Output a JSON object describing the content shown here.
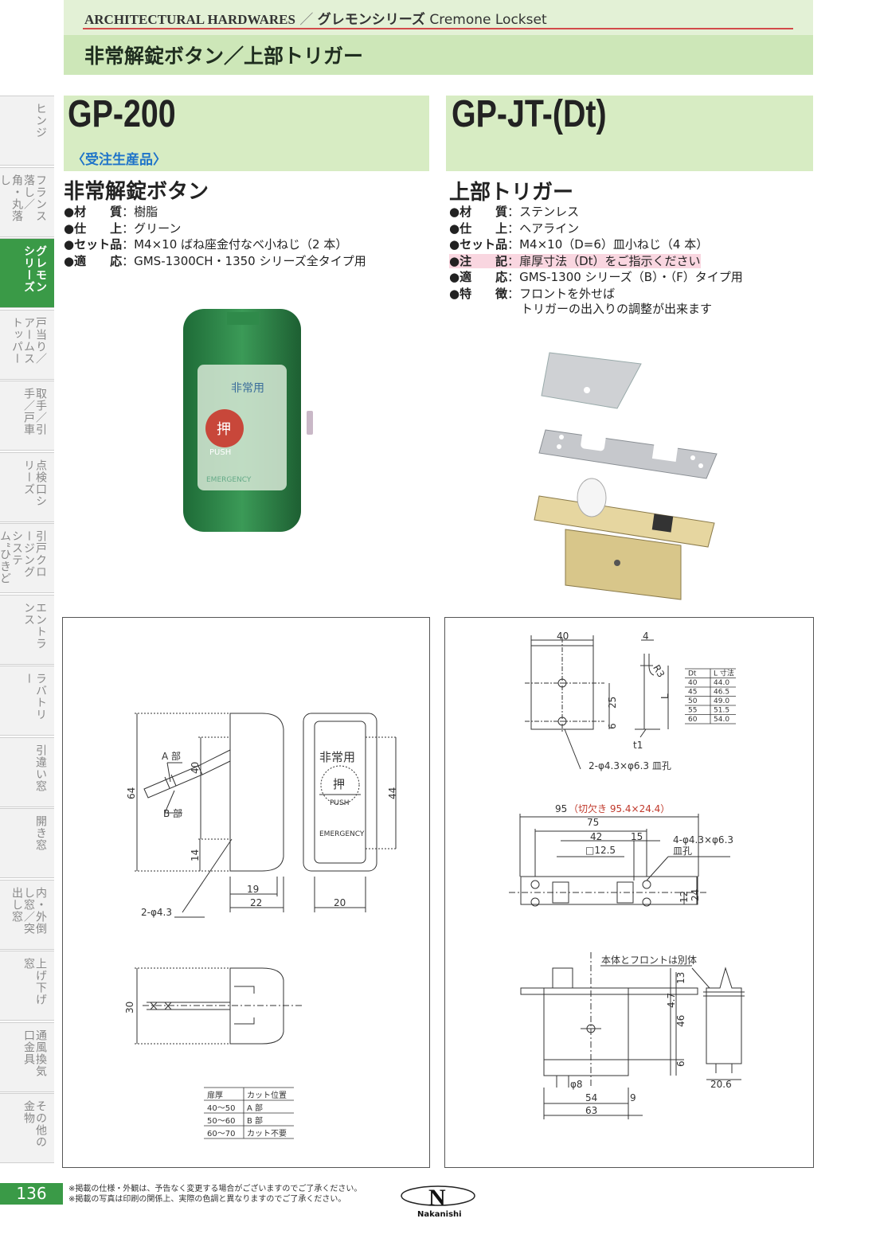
{
  "header": {
    "crumb_a": "ARCHITECTURAL HARDWARES",
    "crumb_sep": "／",
    "crumb_b": "グレモンシリーズ",
    "crumb_c": "Cremone Lockset",
    "title": "非常解錠ボタン／上部トリガー"
  },
  "side_tabs": [
    {
      "label": "ヒンジ"
    },
    {
      "label": "フランス落し／角・丸落し"
    },
    {
      "label": "グレモンシリーズ",
      "active": true
    },
    {
      "label": "戸当り／アームストッパー"
    },
    {
      "label": "取手／引手／戸車"
    },
    {
      "label": "点検口シリーズ"
    },
    {
      "label": "引戸クロージングシステム“ひきどーる”"
    },
    {
      "label": "エントランス"
    },
    {
      "label": "ラバトリー"
    },
    {
      "label": "引違い窓"
    },
    {
      "label": "開き窓"
    },
    {
      "label": "内・外倒し窓／突出し窓"
    },
    {
      "label": "上げ下げ窓"
    },
    {
      "label": "通風換気口金具"
    },
    {
      "label": "その他の金物"
    }
  ],
  "left": {
    "model": "GP-200",
    "badge": "〈受注生産品〉",
    "product_title": "非常解錠ボタン",
    "specs": [
      {
        "key": "●材　　質",
        "colon": "：",
        "value": "樹脂"
      },
      {
        "key": "●仕　　上",
        "colon": "：",
        "value": "グリーン"
      },
      {
        "key": "●セット品",
        "colon": "：",
        "value": "M4×10 ばね座金付なべ小ねじ（2 本）"
      },
      {
        "key": "●適　　応",
        "colon": "：",
        "value": "GMS-1300CH・1350 シリーズ全タイプ用"
      }
    ],
    "photo": {
      "label_top": "非常用",
      "btn_char": "押",
      "btn_push": "PUSH",
      "label_bottom": "EMERGENCY",
      "body_color": "#2d8c4a"
    },
    "drawing": {
      "dims": {
        "h64": "64",
        "d40": "40",
        "d14": "14",
        "d19": "19",
        "d22": "22",
        "d20": "20",
        "d44": "44",
        "d30": "30",
        "holes": "2-φ4.3"
      },
      "labels": {
        "a": "A 部",
        "b": "B 部",
        "hijo": "非常用",
        "osu": "押",
        "push": "PUSH",
        "emerg": "EMERGENCY"
      },
      "cut_table": {
        "headers": [
          "扉厚",
          "カット位置"
        ],
        "rows": [
          [
            "40～50",
            "A 部"
          ],
          [
            "50～60",
            "B 部"
          ],
          [
            "60～70",
            "カット不要"
          ]
        ]
      }
    }
  },
  "right": {
    "model": "GP-JT-(Dt)",
    "product_title": "上部トリガー",
    "specs": [
      {
        "key": "●材　　質",
        "colon": "：",
        "value": "ステンレス"
      },
      {
        "key": "●仕　　上",
        "colon": "：",
        "value": "ヘアライン"
      },
      {
        "key": "●セット品",
        "colon": "：",
        "value": "M4×10（D=6）皿小ねじ（4 本）"
      },
      {
        "key": "●注　　記",
        "colon": "：",
        "value": "扉厚寸法（Dt）をご指示ください",
        "highlight": true
      },
      {
        "key": "●適　　応",
        "colon": "：",
        "value": "GMS-1300 シリーズ（B）・（F）タイプ用"
      },
      {
        "key": "●特　　徴",
        "colon": "：",
        "value": "フロントを外せば"
      }
    ],
    "spec_cont": "トリガーの出入りの調整が出来ます",
    "drawing": {
      "dims": {
        "d40": "40",
        "d4": "4",
        "r3": "R3",
        "d25": "25",
        "d6": "6",
        "L": "L",
        "t1": "t1",
        "holes1": "2-φ4.3×φ6.3 皿孔",
        "d95": "95",
        "cut": "（切欠き 95.4×24.4）",
        "d75": "75",
        "d42": "42",
        "d15": "15",
        "sq": "□12.5",
        "holes2a": "4-φ4.3×φ6.3",
        "holes2b": "皿孔",
        "d12": "12",
        "d24": "24",
        "note": "本体とフロントは別体",
        "d13": "13",
        "d47": "4.7",
        "d46": "46",
        "d6b": "6",
        "phi8": "φ8",
        "d54": "54",
        "d9": "9",
        "d63": "63",
        "d206": "20.6"
      },
      "dt_table": {
        "headers": [
          "Dt",
          "L 寸法"
        ],
        "rows": [
          [
            "40",
            "44.0"
          ],
          [
            "45",
            "46.5"
          ],
          [
            "50",
            "49.0"
          ],
          [
            "55",
            "51.5"
          ],
          [
            "60",
            "54.0"
          ]
        ]
      }
    }
  },
  "footer": {
    "page": "136",
    "note1": "※掲載の仕様・外観は、予告なく変更する場合がございますのでご了承ください。",
    "note2": "※掲載の写真は印刷の関係上、実際の色調と異なりますのでご了承ください。",
    "logo_letter": "N",
    "logo_text": "Nakanishi"
  }
}
